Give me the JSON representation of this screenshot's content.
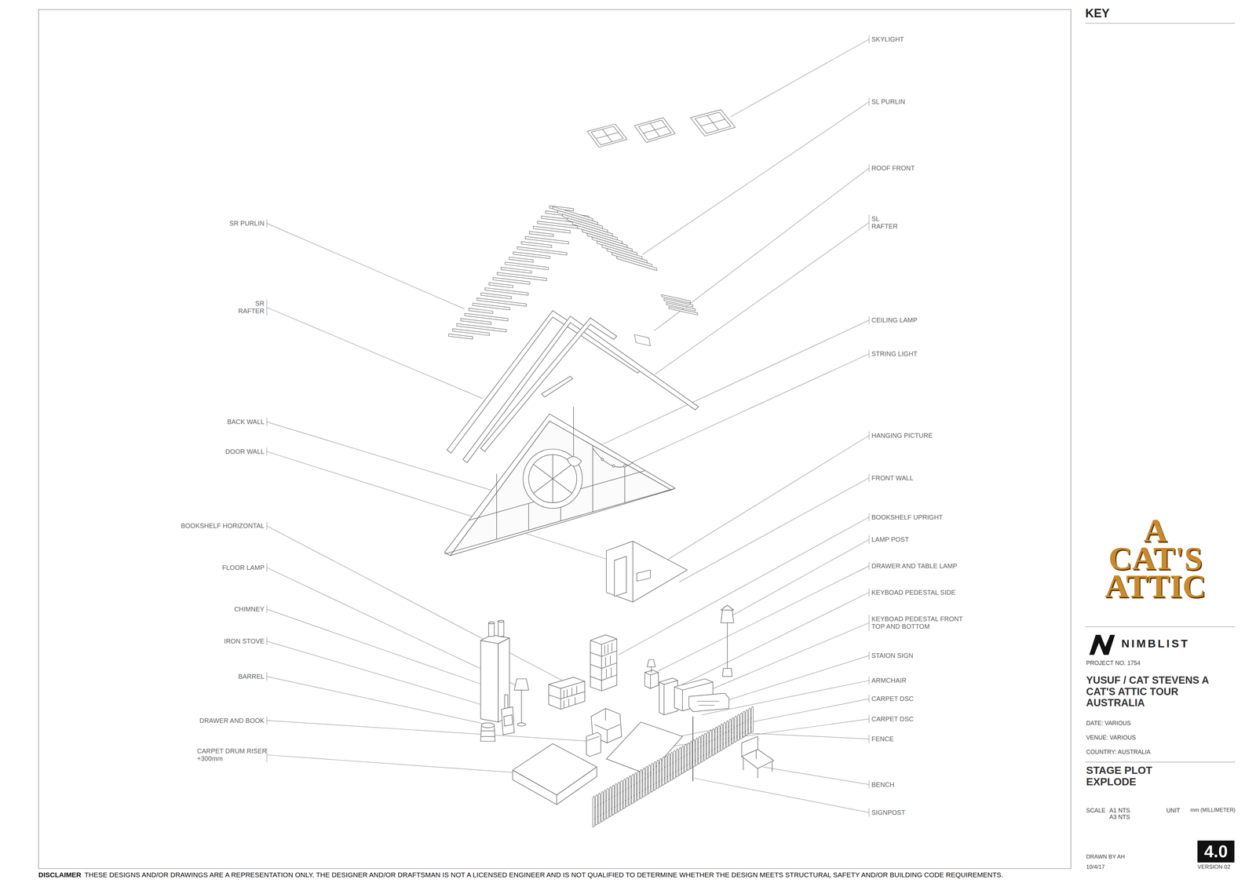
{
  "diagram": {
    "nodes": [
      {
        "text": [
          "4.0"
        ]
      }
    ],
    "labels": [
      "SKYLIGHT",
      "SL PURLIN",
      "SR PURLIN",
      "ROOF FRONT",
      "SL RAFTER",
      "SR RAFTER",
      "CEILING LAMP",
      "STRING LIGHT",
      "BACK WALL",
      "HANGING PICTURE",
      "DOOR WALL",
      "FRONT WALL",
      "BOOKSHELF UPRIGHT",
      "BOOKSHELF HORIZONTAL",
      "LAMP POST",
      "DRAWER AND TABLE LAMP",
      "FLOOR LAMP",
      "KEYBOAD PEDESTAL SIDE",
      "CHIMNEY",
      "KEYBOAD PEDESTAL FRONT TOP AND BOTTOM",
      "IRON STOVE",
      "STAION SIGN",
      "BARREL",
      "ARMCHAIR",
      "CARPET DSC",
      "CARPET DSC",
      "DRAWER AND BOOK",
      "FENCE",
      "CARPET DRUM RISER +300mm",
      "BENCH",
      "SIGNPOST",
      "KEY",
      "A CAT'S ATTIC",
      "NIMBLIST",
      "PROJECT NO. 1754",
      "YUSUF / CAT STEVENS A CAT'S ATTIC TOUR AUSTRALIA",
      "DATE: VARIOUS",
      "VENUE: VARIOUS",
      "COUNTRY: AUSTRALIA",
      "STAGE PLOT EXPLODE",
      "SCALE",
      "A1 NTS A3 NTS",
      "UNIT",
      "mm (MILLIMETER)",
      "DRAWN BY AH",
      "10/4/17",
      "VERSION 02",
      "DISCLAIMER",
      "THESE DESIGNS AND/OR DRAWINGS ARE A REPRESENTATION ONLY. THE DESIGNER AND/OR DRAFTSMAN IS NOT A LICENSED ENGINEER AND IS NOT QUALIFIED TO DETERMINE WHETHER THE DESIGN MEETS STRUCTURAL SAFETY AND/OR BUILDING CODE REQUIREMENTS."
    ]
  }
}
